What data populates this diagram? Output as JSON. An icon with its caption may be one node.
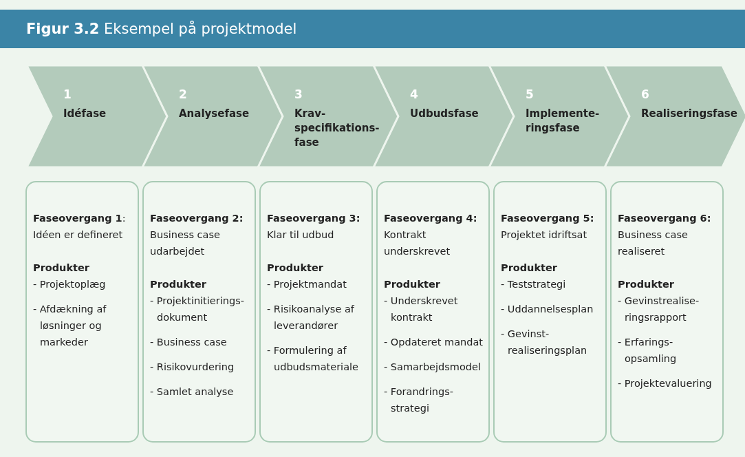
{
  "diagram": {
    "title": "**Figur 3.2** Eksempel på projektmodel",
    "nodes": [
      {
        "text": [
          "1",
          "Idéfase"
        ]
      },
      {
        "text": [
          "2",
          "Analysefase"
        ]
      },
      {
        "text": [
          "3",
          "Krav-specifikations-fase"
        ]
      },
      {
        "text": [
          "4",
          "Udbudsfase"
        ]
      },
      {
        "text": [
          "5",
          "Implemente-ringsfase"
        ]
      },
      {
        "text": [
          "6",
          "Realiseringsfase"
        ]
      },
      {
        "text": [
          "**Faseovergang 1**: Idéen er defineret",
          "Produkter",
          "- Projektoplæg",
          "- Afdækning af løsninger og markeder"
        ]
      },
      {
        "text": [
          "**Faseovergang 2:** Business case udarbejdet",
          "Produkter",
          "- Projektinitierings-dokument",
          "- Business case",
          "- Risikovurdering",
          "- Samlet analyse"
        ]
      },
      {
        "text": [
          "**Faseovergang 3:** Klar til udbud",
          "Produkter",
          "- Projektmandat",
          "- Risikoanalyse af leverandører",
          "- Formulering af udbudsmateriale"
        ]
      },
      {
        "text": [
          "**Faseovergang 4:** Kontrakt underskrevet",
          "Produkter",
          "- Underskrevet kontrakt",
          "- Opdateret mandat",
          "- Samarbejdsmodel",
          "- Forandrings-strategi"
        ]
      },
      {
        "text": [
          "**Faseovergang 5:** Projektet idriftsat",
          "Produkter",
          "- Teststrategi",
          "- Uddannelsesplan",
          "- Gevinst-realiseringsplan"
        ]
      },
      {
        "text": [
          "**Faseovergang 6:** Business case realiseret",
          "Produkter",
          "- Gevinstrealise-ringsrapport",
          "- Erfarings-opsamling",
          "- Projektevaluering"
        ]
      }
    ]
  }
}
